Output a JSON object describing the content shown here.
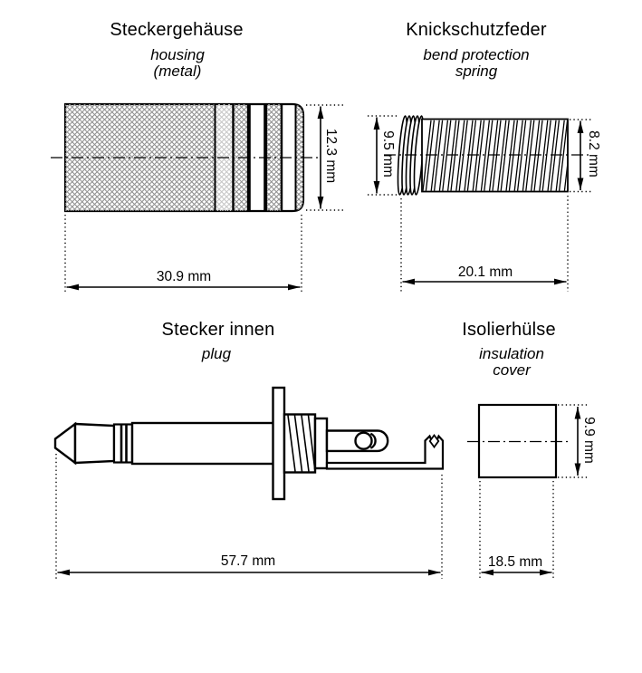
{
  "drawing": {
    "housing": {
      "title": "Steckergehäuse",
      "subtitle_line1": "housing",
      "subtitle_line2": "(metal)",
      "width_dim": "30.9 mm",
      "height_dim": "12.3 mm"
    },
    "spring": {
      "title": "Knickschutzfeder",
      "subtitle_line1": "bend protection",
      "subtitle_line2": "spring",
      "width_dim": "20.1 mm",
      "left_height_dim": "9.5 mm",
      "right_height_dim": "8.2 mm"
    },
    "plug": {
      "title": "Stecker innen",
      "subtitle_line1": "plug",
      "width_dim": "57.7 mm"
    },
    "cover": {
      "title": "Isolierhülse",
      "subtitle_line1": "insulation",
      "subtitle_line2": "cover",
      "width_dim": "18.5 mm",
      "height_dim": "9.9 mm"
    }
  },
  "colors": {
    "line": "#000000",
    "background": "#ffffff",
    "knurl_hatch": "#8f8f8f",
    "knurl_hatch_light": "#c6c6c6"
  }
}
